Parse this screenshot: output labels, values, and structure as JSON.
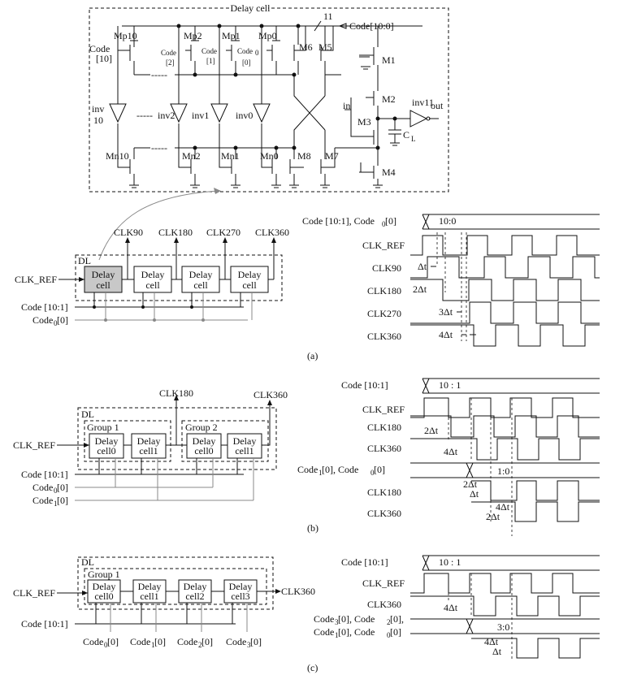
{
  "cell": {
    "title": "Delay cell",
    "bus_width": "11",
    "code_in": "Code[10:0]",
    "mp10": "Mp10",
    "mp2": "Mp2",
    "mp1": "Mp1",
    "mp0": "Mp0",
    "code10_a": "Code",
    "code10_b": "[10]",
    "code2_a": "Code",
    "code2_b": "[2]",
    "code1_a": "Code",
    "code1_b": "[1]",
    "code0_a": "Code",
    "code0_sub": "0",
    "code0_b": "[0]",
    "inv10_a": "inv",
    "inv10_b": "10",
    "inv2": "inv2",
    "inv1": "inv1",
    "inv0": "inv0",
    "dots": "-----",
    "mn10": "Mn10",
    "mn2": "Mn2",
    "mn1": "Mn1",
    "mn0": "Mn0",
    "m1": "M1",
    "m2": "M2",
    "m3": "M3",
    "m4": "M4",
    "m5": "M5",
    "m6": "M6",
    "m7": "M7",
    "m8": "M8",
    "in": "in",
    "out": "out",
    "inv11": "inv11",
    "cl": "C",
    "cl_sub": "L"
  },
  "a": {
    "dl": "DL",
    "clk_ref": "CLK_REF",
    "delay": "Delay",
    "cell": "cell",
    "clk90": "CLK90",
    "clk180": "CLK180",
    "clk270": "CLK270",
    "clk360": "CLK360",
    "code101": "Code [10:1]",
    "code0": "Code",
    "code0_sub": "0",
    "code0_tail": " [0]",
    "t_code": "Code [10:1], Code",
    "t_code_sub": "0",
    "t_code_tail": " [0]",
    "t_val": "10:0",
    "t_ref": "CLK_REF",
    "t_90": "CLK90",
    "t_180": "CLK180",
    "t_270": "CLK270",
    "t_360": "CLK360",
    "d1": "Δt",
    "d2": "2Δt",
    "d3": "3Δt",
    "d4": "4Δt",
    "caption": "(a)"
  },
  "b": {
    "dl": "DL",
    "group1": "Group 1",
    "group2": "Group 2",
    "clk_ref": "CLK_REF",
    "delay": "Delay",
    "cell0": "cell0",
    "cell1": "cell1",
    "clk180": "CLK180",
    "clk360": "CLK360",
    "code101": "Code [10:1]",
    "code": "Code",
    "sub0": "0",
    "sub1": "1",
    "tail": " [0]",
    "t_code": "Code [10:1]",
    "t_val": "10 : 1",
    "t_ref": "CLK_REF",
    "t_180": "CLK180",
    "t_360": "CLK360",
    "t_code2_a": "Code",
    "t_code2_b": " [0], Code",
    "t_code2_c": " [0]",
    "t_val2": "1:0",
    "t_180b": "CLK180",
    "t_360b": "CLK360",
    "d2": "2Δt",
    "d4": "4Δt",
    "d2b": "2Δt",
    "d1b": "Δt",
    "d4b": "4Δt",
    "d2c": "2Δt",
    "caption": "(b)"
  },
  "c": {
    "dl": "DL",
    "group1": "Group 1",
    "clk_ref": "CLK_REF",
    "delay": "Delay",
    "cell0": "cell0",
    "cell1": "cell1",
    "cell2": "cell2",
    "cell3": "cell3",
    "clk360": "CLK360",
    "code101": "Code [10:1]",
    "code": "Code",
    "tail": " [0]",
    "s0": "0",
    "s1": "1",
    "s2": "2",
    "s3": "3",
    "t_code": "Code [10:1]",
    "t_val": "10 : 1",
    "t_ref": "CLK_REF",
    "t_360": "CLK360",
    "t_l1a": "Code",
    "t_l1b": " [0], Code",
    "t_l1c": " [0],",
    "t_l2a": "Code",
    "t_l2b": " [0], Code",
    "t_l2c": " [0]",
    "t_val2": "3:0",
    "d4": "4Δt",
    "d4b": "4Δt",
    "d1b": "Δt",
    "caption": "(c)"
  }
}
